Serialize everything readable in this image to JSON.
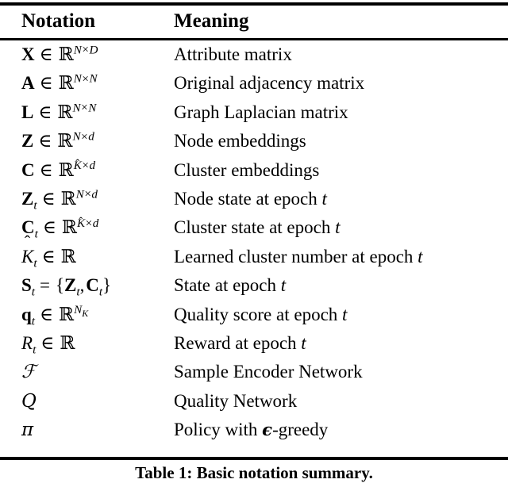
{
  "table": {
    "caption": "Table 1: Basic notation summary.",
    "headers": {
      "notation": "Notation",
      "meaning": "Meaning"
    },
    "rows": [
      {
        "notation_text": "X ∈ ℝ^{N×D}",
        "meaning": "Attribute matrix"
      },
      {
        "notation_text": "A ∈ ℝ^{N×N}",
        "meaning": "Original adjacency matrix"
      },
      {
        "notation_text": "L ∈ ℝ^{N×N}",
        "meaning": "Graph Laplacian matrix"
      },
      {
        "notation_text": "Z ∈ ℝ^{N×d}",
        "meaning": "Node embeddings"
      },
      {
        "notation_text": "C ∈ ℝ^{K̂×d}",
        "meaning": "Cluster embeddings"
      },
      {
        "notation_text": "Z_t ∈ ℝ^{N×d}",
        "meaning": "Node state at epoch t"
      },
      {
        "notation_text": "C_t ∈ ℝ^{K̂×d}",
        "meaning": "Cluster state at epoch t"
      },
      {
        "notation_text": "K̂_t ∈ ℝ",
        "meaning": "Learned cluster number at epoch t"
      },
      {
        "notation_text": "S_t = {Z_t, C_t}",
        "meaning": "State at epoch t"
      },
      {
        "notation_text": "q_t ∈ ℝ^{N_K}",
        "meaning": "Quality score at epoch t"
      },
      {
        "notation_text": "R_t ∈ ℝ",
        "meaning": "Reward at epoch t"
      },
      {
        "notation_text": "ℱ",
        "meaning": "Sample Encoder Network"
      },
      {
        "notation_text": "Q",
        "meaning": "Quality Network"
      },
      {
        "notation_text": "π",
        "meaning": "Policy with ϵ-greedy"
      }
    ]
  },
  "colors": {
    "text": "#000000",
    "background": "#ffffff",
    "rule": "#000000"
  }
}
